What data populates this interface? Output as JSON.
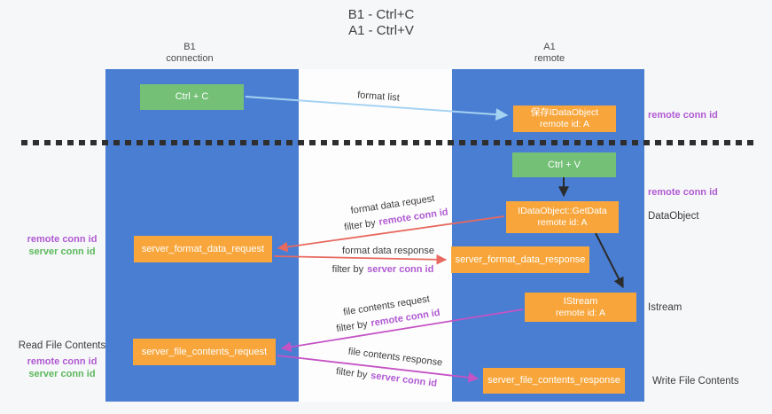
{
  "title": {
    "line1": "B1 - Ctrl+C",
    "line2": "A1 - Ctrl+V"
  },
  "lifelines": {
    "left": {
      "name": "B1",
      "role": "connection"
    },
    "right": {
      "name": "A1",
      "role": "remote"
    }
  },
  "nodes": {
    "ctrl_c": "Ctrl + C",
    "ctrl_v": "Ctrl + V",
    "save_dataobject_line1": "保存IDataObject",
    "save_dataobject_line2": "remote id: A",
    "getdata_line1": "IDataObject::GetData",
    "getdata_line2": "remote id: A",
    "istream_line1": "IStream",
    "istream_line2": "remote id: A",
    "server_format_data_request": "server_format_data_request",
    "server_format_data_response": "server_format_data_response",
    "server_file_contents_request": "server_file_contents_request",
    "server_file_contents_response": "server_file_contents_response"
  },
  "arrow_labels": {
    "format_list": "format list",
    "format_data_request": "format data request",
    "format_data_response": "format data response",
    "file_contents_request": "file contents request",
    "file_contents_response": "file contents response",
    "filter_by": "filter by",
    "remote_conn_id": "remote conn id",
    "server_conn_id": "server conn id"
  },
  "side_labels": {
    "remote_conn_id": "remote conn id",
    "server_conn_id": "server conn id",
    "dataobject": "DataObject",
    "istream": "Istream",
    "read_file_contents": "Read File Contents",
    "write_file_contents": "Write File Contents"
  },
  "colors": {
    "lifeline_blue": "#4a7ed2",
    "node_orange": "#f8a63c",
    "node_green": "#74c077",
    "arrow_light_blue": "#a5d3f2",
    "arrow_red": "#e8695f",
    "arrow_magenta": "#c553c5",
    "arrow_black": "#2b2b2b",
    "text_purple": "#b05ad2",
    "text_green": "#5cb85c"
  }
}
